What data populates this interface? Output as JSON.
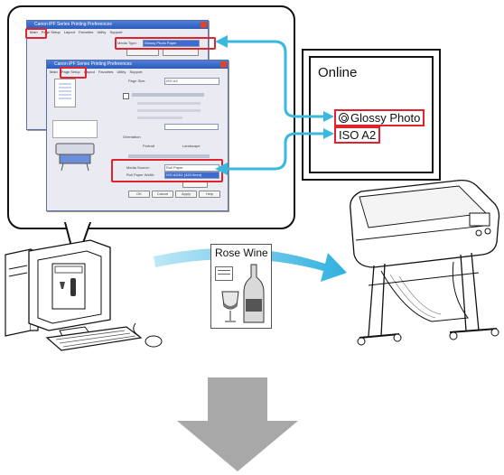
{
  "colors": {
    "callout_red": "#e0242e",
    "arrow_cyan": "#39b8e0",
    "arrow_grey": "#a9a9a9",
    "window_blue": "#2a5bb8"
  },
  "dialog_back": {
    "title": "Canon iPF Series Printing Preferences",
    "tabs": [
      "Main",
      "Page Setup",
      "Layout",
      "Favorites",
      "Utility",
      "Support"
    ],
    "media_type_label": "Media Type:",
    "media_type_value": "Glossy Photo Paper"
  },
  "dialog_front": {
    "title": "Canon iPF Series Printing Preferences",
    "tabs": [
      "Main",
      "Page Setup",
      "Layout",
      "Favorites",
      "Utility",
      "Support"
    ],
    "page_size_label": "Page Size:",
    "page_size_value": "ISO A2",
    "orientation_label": "Orientation",
    "orientation_options": [
      "Portrait",
      "Landscape"
    ],
    "media_source_label": "Media Source:",
    "media_source_value": "Roll Paper",
    "roll_width_label": "Roll Paper Width:",
    "roll_width_value": "ISO A2/A1 (420.0mm)",
    "buttons": [
      "OK",
      "Cancel",
      "Apply",
      "Help"
    ]
  },
  "printer_panel": {
    "status": "Online",
    "media": "Glossy Photo",
    "size": "ISO A2"
  },
  "document": {
    "title": "Rose Wine"
  }
}
